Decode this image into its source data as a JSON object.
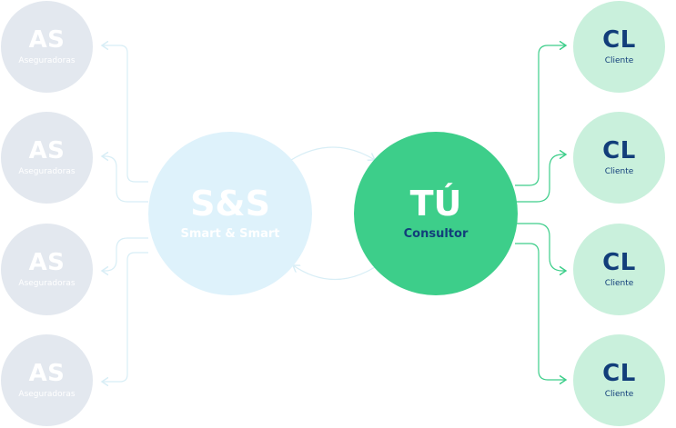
{
  "insurers": [
    {
      "code": "AS",
      "label": "Aseguradoras"
    },
    {
      "code": "AS",
      "label": "Aseguradoras"
    },
    {
      "code": "AS",
      "label": "Aseguradoras"
    },
    {
      "code": "AS",
      "label": "Aseguradoras"
    }
  ],
  "broker": {
    "code": "S&S",
    "label": "Smart & Smart"
  },
  "you": {
    "code": "TÚ",
    "label": "Consultor"
  },
  "clients": [
    {
      "code": "CL",
      "label": "Cliente"
    },
    {
      "code": "CL",
      "label": "Cliente"
    },
    {
      "code": "CL",
      "label": "Cliente"
    },
    {
      "code": "CL",
      "label": "Cliente"
    }
  ],
  "colors": {
    "insurer_fill": "#e3e8ef",
    "broker_fill": "#def2fb",
    "you_fill": "#3dce8a",
    "client_fill": "#c9f0dc",
    "navy_text": "#123e7a",
    "faded_line": "#d8eef6",
    "green_line": "#3dce8a"
  }
}
